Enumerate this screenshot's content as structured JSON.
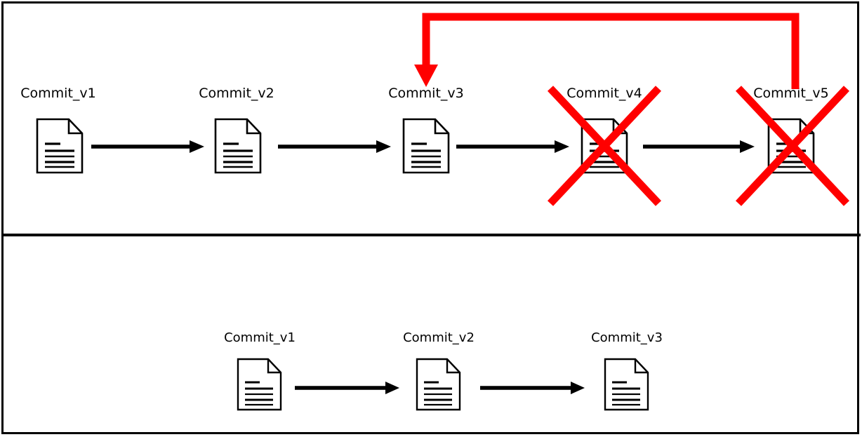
{
  "diagram": {
    "title": "Git commit history revert diagram",
    "background_color": "#ffffff",
    "border_color": "#000000",
    "arrow_color": "#000000",
    "strike_color": "#ff0000",
    "revert_arrow_color": "#ff0000"
  },
  "panels": [
    {
      "id": "before",
      "commits": [
        {
          "label": "Commit_v1",
          "struck_out": false
        },
        {
          "label": "Commit_v2",
          "struck_out": false
        },
        {
          "label": "Commit_v3",
          "struck_out": false
        },
        {
          "label": "Commit_v4",
          "struck_out": true
        },
        {
          "label": "Commit_v5",
          "struck_out": true
        }
      ],
      "arrows": 4,
      "revert_arrow": {
        "from": "Commit_v5",
        "to": "Commit_v3"
      }
    },
    {
      "id": "after",
      "commits": [
        {
          "label": "Commit_v1",
          "struck_out": false
        },
        {
          "label": "Commit_v2",
          "struck_out": false
        },
        {
          "label": "Commit_v3",
          "struck_out": false
        }
      ],
      "arrows": 2,
      "revert_arrow": null
    }
  ],
  "icons": {
    "document": "document-page-icon",
    "arrow": "right-arrow-icon",
    "strike": "red-x-cross-icon",
    "revert": "red-revert-arrow-icon"
  }
}
